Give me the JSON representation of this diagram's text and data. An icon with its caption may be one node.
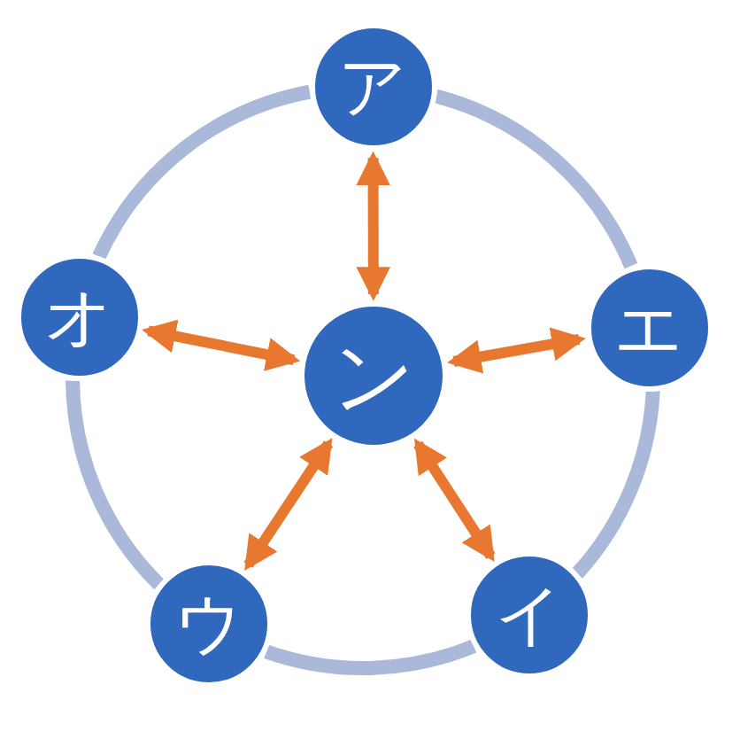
{
  "diagram": {
    "nodes": [
      {
        "text": [
          "ア"
        ]
      },
      {
        "text": [
          "エ"
        ]
      },
      {
        "text": [
          "イ"
        ]
      },
      {
        "text": [
          "ウ"
        ]
      },
      {
        "text": [
          "オ"
        ]
      },
      {
        "text": [
          "ン"
        ]
      }
    ],
    "edges": [
      {
        "from": 5,
        "to": 0,
        "arrow": "both",
        "color": "#e8782f"
      },
      {
        "from": 5,
        "to": 1,
        "arrow": "both",
        "color": "#e8782f"
      },
      {
        "from": 5,
        "to": 2,
        "arrow": "both",
        "color": "#e8782f"
      },
      {
        "from": 5,
        "to": 3,
        "arrow": "both",
        "color": "#e8782f"
      },
      {
        "from": 5,
        "to": 4,
        "arrow": "both",
        "color": "#e8782f"
      },
      {
        "from": 0,
        "to": 1,
        "arrow": "none",
        "color": "#aab8da"
      },
      {
        "from": 1,
        "to": 2,
        "arrow": "none",
        "color": "#aab8da"
      },
      {
        "from": 2,
        "to": 3,
        "arrow": "none",
        "color": "#aab8da"
      },
      {
        "from": 3,
        "to": 4,
        "arrow": "none",
        "color": "#aab8da"
      },
      {
        "from": 4,
        "to": 0,
        "arrow": "none",
        "color": "#aab8da"
      }
    ]
  }
}
